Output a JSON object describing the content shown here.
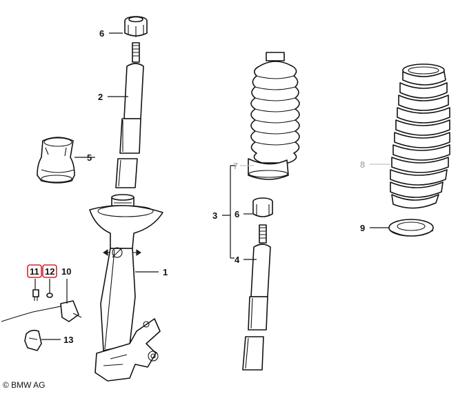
{
  "diagram": {
    "callouts": [
      {
        "id": "c6a",
        "label": "6"
      },
      {
        "id": "c2",
        "label": "2"
      },
      {
        "id": "c5",
        "label": "5"
      },
      {
        "id": "c1",
        "label": "1"
      },
      {
        "id": "c11",
        "label": "11",
        "highlighted": true
      },
      {
        "id": "c12",
        "label": "12",
        "highlighted": true
      },
      {
        "id": "c10",
        "label": "10"
      },
      {
        "id": "c13",
        "label": "13"
      },
      {
        "id": "c7",
        "label": "7",
        "faint": true
      },
      {
        "id": "c3",
        "label": "3"
      },
      {
        "id": "c6b",
        "label": "6"
      },
      {
        "id": "c4",
        "label": "4"
      },
      {
        "id": "c8",
        "label": "8",
        "faint": true
      },
      {
        "id": "c9",
        "label": "9"
      }
    ],
    "highlight_color": "#d22630",
    "faint_color": "#b5b5b5"
  },
  "footer": {
    "copyright": "© BMW AG"
  }
}
